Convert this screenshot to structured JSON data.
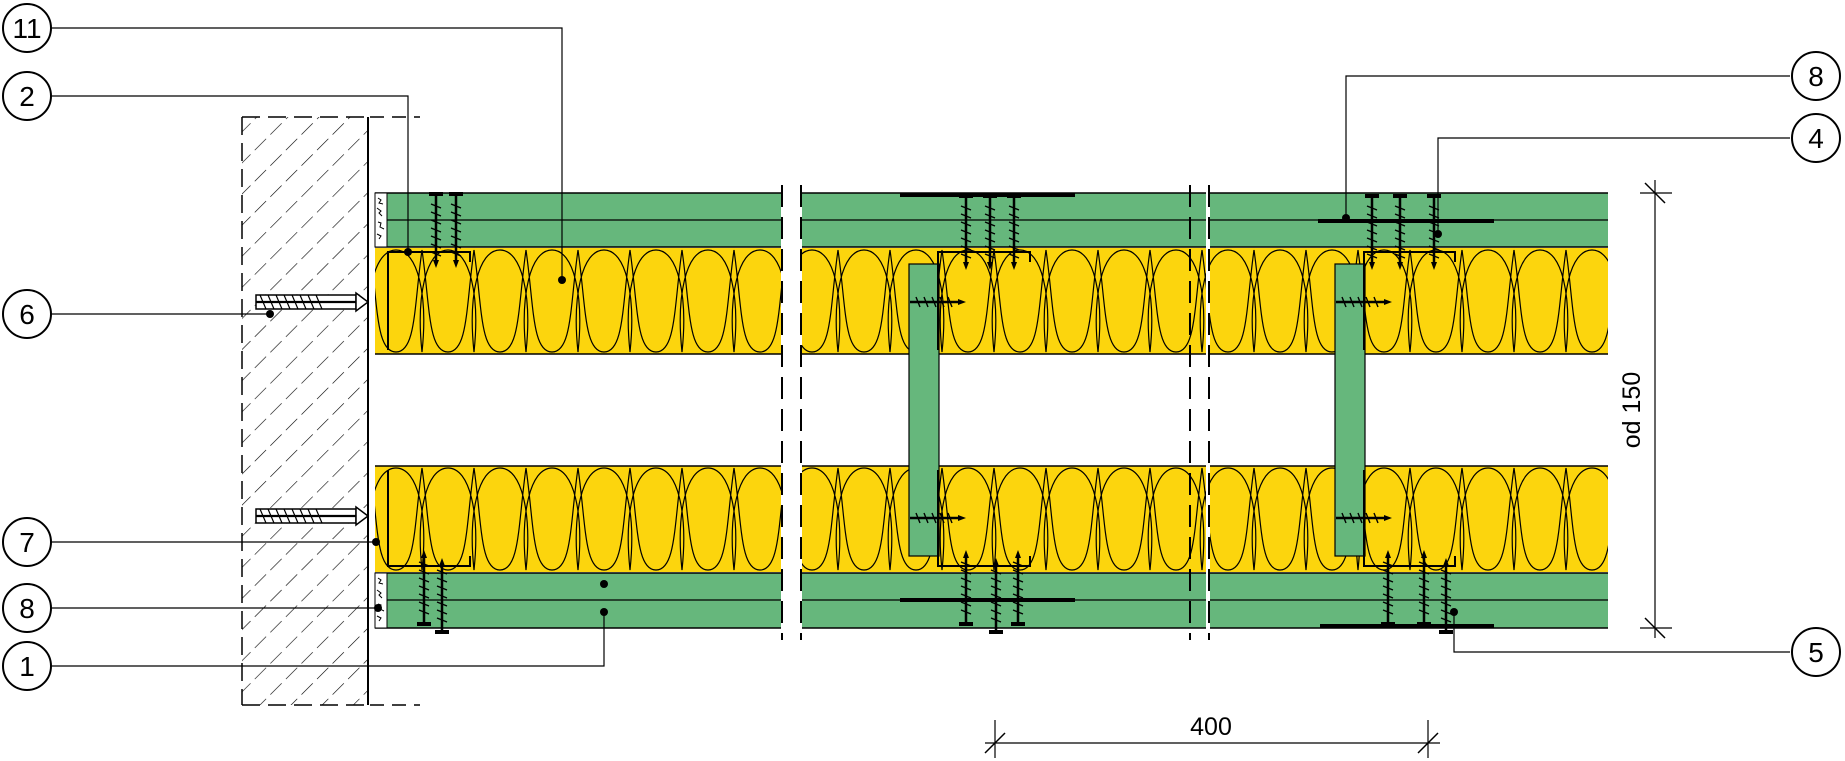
{
  "colors": {
    "board": "#66b77c",
    "insulation": "#fcd50d",
    "line": "#000000",
    "background": "#ffffff"
  },
  "callouts": {
    "c11": "11",
    "c2": "2",
    "c6": "6",
    "c7": "7",
    "c8_left": "8",
    "c1": "1",
    "c8_right": "8",
    "c4": "4",
    "c5": "5"
  },
  "dimensions": {
    "spacing": "400",
    "thickness": "od 150"
  }
}
